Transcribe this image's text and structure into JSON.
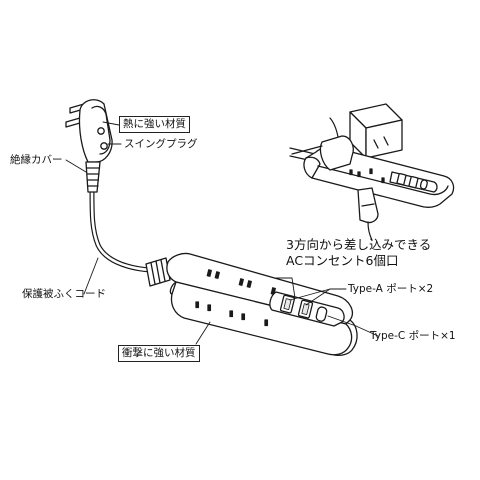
{
  "labels": {
    "heat_resistant": "熱に強い材質",
    "swing_plug": "スイングプラグ",
    "insulation_cover": "絶縁カバー",
    "protective_cord": "保護被ふくコード",
    "impact_resistant": "衝撃に強い材質",
    "ac_outlets_line1": "3方向から差し込みできる",
    "ac_outlets_line2": "ACコンセント6個口",
    "type_a": "Type-A ポート×2",
    "type_c": "Type-C ポート×1"
  },
  "colors": {
    "line": "#1a1a1a",
    "fill": "#ffffff",
    "shade": "#e8e8e8"
  }
}
